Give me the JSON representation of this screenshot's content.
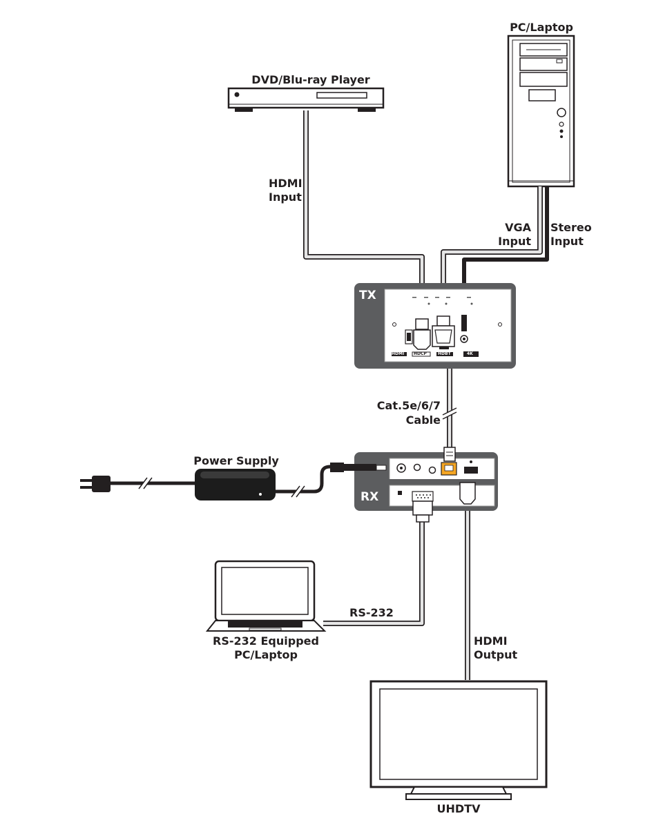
{
  "devices": {
    "pc": "PC/Laptop",
    "dvd": "DVD/Blu-ray Player",
    "power_supply": "Power Supply",
    "laptop": [
      "RS-232 Equipped",
      "PC/Laptop"
    ],
    "tv": "UHDTV",
    "tx": "TX",
    "rx": "RX"
  },
  "cables": {
    "hdmi_in": [
      "HDMI",
      "Input"
    ],
    "vga_in": [
      "VGA",
      "Input"
    ],
    "stereo_in": [
      "Stereo",
      "Input"
    ],
    "cat": [
      "Cat.5e/6/7",
      "Cable"
    ],
    "rs232": "RS-232",
    "hdmi_out": [
      "HDMI",
      "Output"
    ]
  },
  "tx_logos": [
    "HDMI",
    "HDCP",
    "HDBT",
    "4K"
  ],
  "colors": {
    "line": "#231f20",
    "unit_fill": "#5c5d5f",
    "rj45": "#f5a623",
    "white": "#ffffff"
  }
}
